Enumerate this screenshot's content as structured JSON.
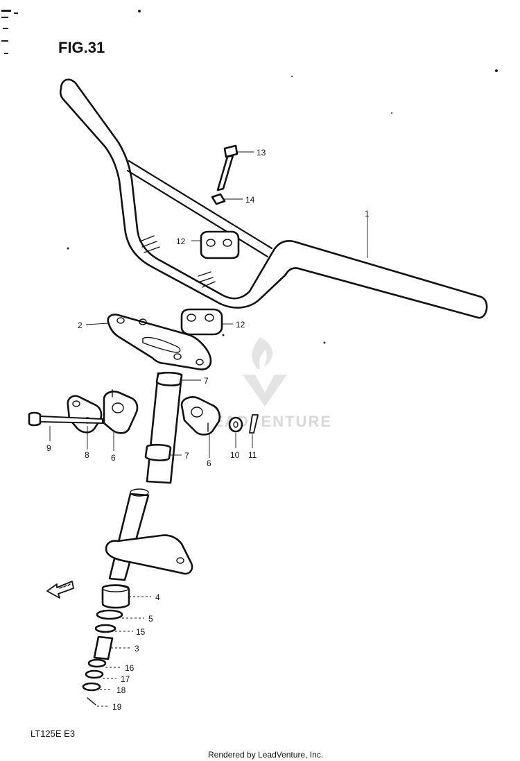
{
  "figure": {
    "title": "FIG.31",
    "model_code": "LT125E  E3",
    "footer": "Rendered by LeadVenture, Inc.",
    "watermark_text": "LEADVENTURE"
  },
  "callouts": [
    {
      "id": "c1",
      "label": "1"
    },
    {
      "id": "c2",
      "label": "2"
    },
    {
      "id": "c3",
      "label": "3"
    },
    {
      "id": "c4",
      "label": "4"
    },
    {
      "id": "c5",
      "label": "5"
    },
    {
      "id": "c6a",
      "label": "6"
    },
    {
      "id": "c6b",
      "label": "6"
    },
    {
      "id": "c7a",
      "label": "7"
    },
    {
      "id": "c7b",
      "label": "7"
    },
    {
      "id": "c8",
      "label": "8"
    },
    {
      "id": "c9",
      "label": "9"
    },
    {
      "id": "c10",
      "label": "10"
    },
    {
      "id": "c11",
      "label": "11"
    },
    {
      "id": "c12a",
      "label": "12"
    },
    {
      "id": "c12b",
      "label": "12"
    },
    {
      "id": "c13",
      "label": "13"
    },
    {
      "id": "c14",
      "label": "14"
    },
    {
      "id": "c15",
      "label": "15"
    },
    {
      "id": "c16",
      "label": "16"
    },
    {
      "id": "c17",
      "label": "17"
    },
    {
      "id": "c18",
      "label": "18"
    },
    {
      "id": "c19",
      "label": "19"
    }
  ],
  "colors": {
    "ink": "#111111",
    "paper": "#ffffff",
    "watermark": "#d8d8d8"
  }
}
